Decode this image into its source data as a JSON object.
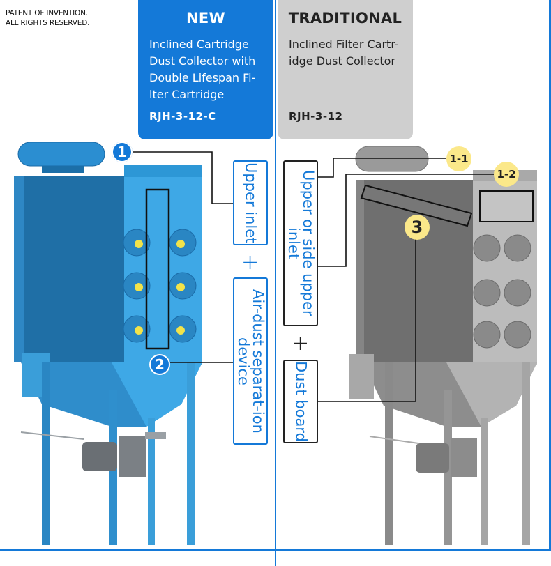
{
  "patent_notice": "PATENT OF INVENTION.\nALL RIGHTS RESERVED.",
  "new_panel": {
    "heading": "NEW",
    "description": "Inclined Cartridge Dust Collector with Double Lifespan Fi-lter Cartridge",
    "model": "RJH-3-12-C"
  },
  "traditional_panel": {
    "heading": "TRADITIONAL",
    "description": "Inclined Filter Cartr-idge Dust Collector",
    "model": "RJH-3-12"
  },
  "new_callouts": {
    "marker_1": "1",
    "marker_2": "2",
    "label_upper_inlet": "Upper inlet",
    "plus": "+",
    "label_air_dust": "Air-dust separat-ion device"
  },
  "traditional_callouts": {
    "marker_1_1": "1-1",
    "marker_1_2": "1-2",
    "marker_3": "3",
    "label_upper_side_inlet": "Upper or side upper inlet",
    "plus": "+",
    "label_dust_board": "Dust board"
  },
  "colors": {
    "brand_blue": "#1479d8",
    "machine_blue": "#2d8fd0",
    "machine_gray": "#8a8a8a",
    "marker_yellow": "#fbe88a"
  }
}
